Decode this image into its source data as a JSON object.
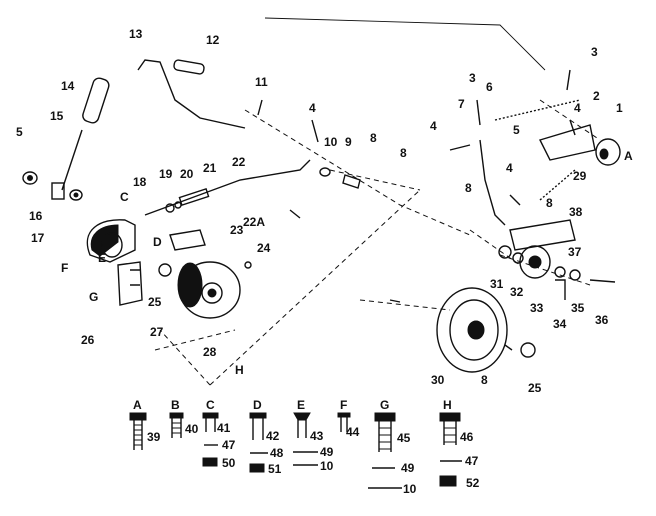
{
  "callouts": [
    {
      "id": "c1",
      "text": "1"
    },
    {
      "id": "c2",
      "text": "2"
    },
    {
      "id": "c3a",
      "text": "3"
    },
    {
      "id": "c3b",
      "text": "3"
    },
    {
      "id": "c4a",
      "text": "4"
    },
    {
      "id": "c4b",
      "text": "4"
    },
    {
      "id": "c4c",
      "text": "4"
    },
    {
      "id": "c4d",
      "text": "4"
    },
    {
      "id": "c5a",
      "text": "5"
    },
    {
      "id": "c5b",
      "text": "5"
    },
    {
      "id": "c6",
      "text": "6"
    },
    {
      "id": "c7",
      "text": "7"
    },
    {
      "id": "c8a",
      "text": "8"
    },
    {
      "id": "c8b",
      "text": "8"
    },
    {
      "id": "c8c",
      "text": "8"
    },
    {
      "id": "c8d",
      "text": "8"
    },
    {
      "id": "c8e",
      "text": "8"
    },
    {
      "id": "c9",
      "text": "9"
    },
    {
      "id": "c10",
      "text": "10"
    },
    {
      "id": "c11",
      "text": "11"
    },
    {
      "id": "c12",
      "text": "12"
    },
    {
      "id": "c13",
      "text": "13"
    },
    {
      "id": "c14",
      "text": "14"
    },
    {
      "id": "c15",
      "text": "15"
    },
    {
      "id": "c16",
      "text": "16"
    },
    {
      "id": "c17",
      "text": "17"
    },
    {
      "id": "c18",
      "text": "18"
    },
    {
      "id": "c19",
      "text": "19"
    },
    {
      "id": "c20",
      "text": "20"
    },
    {
      "id": "c21",
      "text": "21"
    },
    {
      "id": "c22",
      "text": "22"
    },
    {
      "id": "c22a",
      "text": "22A"
    },
    {
      "id": "c23",
      "text": "23"
    },
    {
      "id": "c24",
      "text": "24"
    },
    {
      "id": "c25a",
      "text": "25"
    },
    {
      "id": "c25b",
      "text": "25"
    },
    {
      "id": "c26",
      "text": "26"
    },
    {
      "id": "c27",
      "text": "27"
    },
    {
      "id": "c28",
      "text": "28"
    },
    {
      "id": "c29",
      "text": "29"
    },
    {
      "id": "c30",
      "text": "30"
    },
    {
      "id": "c31",
      "text": "31"
    },
    {
      "id": "c32",
      "text": "32"
    },
    {
      "id": "c33",
      "text": "33"
    },
    {
      "id": "c34",
      "text": "34"
    },
    {
      "id": "c35",
      "text": "35"
    },
    {
      "id": "c36",
      "text": "36"
    },
    {
      "id": "c37",
      "text": "37"
    },
    {
      "id": "c38",
      "text": "38"
    },
    {
      "id": "cA",
      "text": "A"
    },
    {
      "id": "cC",
      "text": "C"
    },
    {
      "id": "cD",
      "text": "D"
    },
    {
      "id": "cE",
      "text": "E"
    },
    {
      "id": "cF",
      "text": "F"
    },
    {
      "id": "cG",
      "text": "G"
    },
    {
      "id": "cH",
      "text": "H"
    }
  ],
  "hardware": [
    {
      "letter": "A",
      "bolt": "39"
    },
    {
      "letter": "B",
      "bolt": "40"
    },
    {
      "letter": "C",
      "bolt": "41",
      "extra": [
        "47",
        "50"
      ]
    },
    {
      "letter": "D",
      "bolt": "42",
      "extra": [
        "48",
        "51"
      ]
    },
    {
      "letter": "E",
      "bolt": "43",
      "extra": [
        "49",
        "10"
      ]
    },
    {
      "letter": "F",
      "bolt": "44"
    },
    {
      "letter": "G",
      "bolt": "45",
      "extra": [
        "49",
        "10"
      ]
    },
    {
      "letter": "H",
      "bolt": "46",
      "extra": [
        "47",
        "52"
      ]
    }
  ]
}
